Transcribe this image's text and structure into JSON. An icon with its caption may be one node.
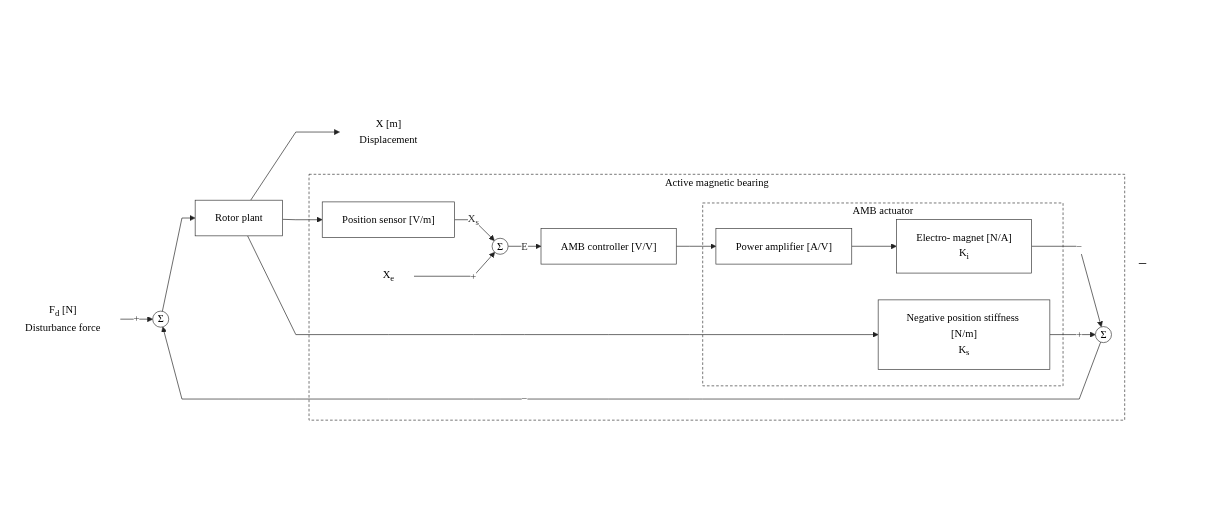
{
  "diagram": {
    "nodes": [
      {
        "text": [
          "F$_{d}$ [N]",
          "Disturbance force"
        ]
      },
      {
        "text": [
          "Σ"
        ]
      },
      {
        "text": [
          "Rotor plant"
        ]
      },
      {
        "text": [
          "X [m]",
          "Displacement"
        ]
      },
      {
        "text": [
          "Active magnetic bearing"
        ]
      },
      {
        "text": [
          "AMB actuator"
        ],
        "in": 4
      },
      {
        "text": [
          "Electro- magnet [N/A]",
          "K$_{i}$"
        ],
        "in": 5
      },
      {
        "text": [
          "Power amplifier [A/V]"
        ],
        "in": 5
      },
      {
        "text": [
          "AMB controller [V/V]"
        ],
        "in": 4
      },
      {
        "text": [
          "Σ"
        ],
        "in": 4
      },
      {
        "text": [
          "Position sensor [V/m]"
        ],
        "in": 4
      },
      {
        "text": [
          "X$_{e}$"
        ],
        "in": 4
      },
      {
        "text": [
          "Σ"
        ],
        "in": 4
      },
      {
        "text": [
          "Negative position stiffness [N/m]",
          "K$_{s}$"
        ],
        "in": 5
      }
    ],
    "edges": [
      {
        "from": 0,
        "to": 1,
        "arrow": "to",
        "label": "+"
      },
      {
        "from": 1,
        "to": 2,
        "arrow": "to"
      },
      {
        "from": 2,
        "to": 3,
        "arrow": "to"
      },
      {
        "from": 2,
        "to": 10,
        "arrow": "to"
      },
      {
        "from": 2,
        "to": 13,
        "arrow": "to"
      },
      {
        "from": 10,
        "to": 9,
        "arrow": "to",
        "label": "X$_{s}$"
      },
      {
        "from": 11,
        "to": 9,
        "arrow": "to",
        "label": "+"
      },
      {
        "from": 9,
        "to": 8,
        "arrow": "to",
        "label": "E"
      },
      {
        "from": 8,
        "to": 7,
        "arrow": "to"
      },
      {
        "from": 7,
        "to": 6,
        "arrow": "to"
      },
      {
        "from": 6,
        "to": 12,
        "arrow": "to",
        "label": "−"
      },
      {
        "from": 13,
        "to": 12,
        "arrow": "to",
        "label": "+"
      },
      {
        "from": 12,
        "to": 1,
        "arrow": "to",
        "label": "−"
      }
    ],
    "labels": [
      "−"
    ]
  }
}
